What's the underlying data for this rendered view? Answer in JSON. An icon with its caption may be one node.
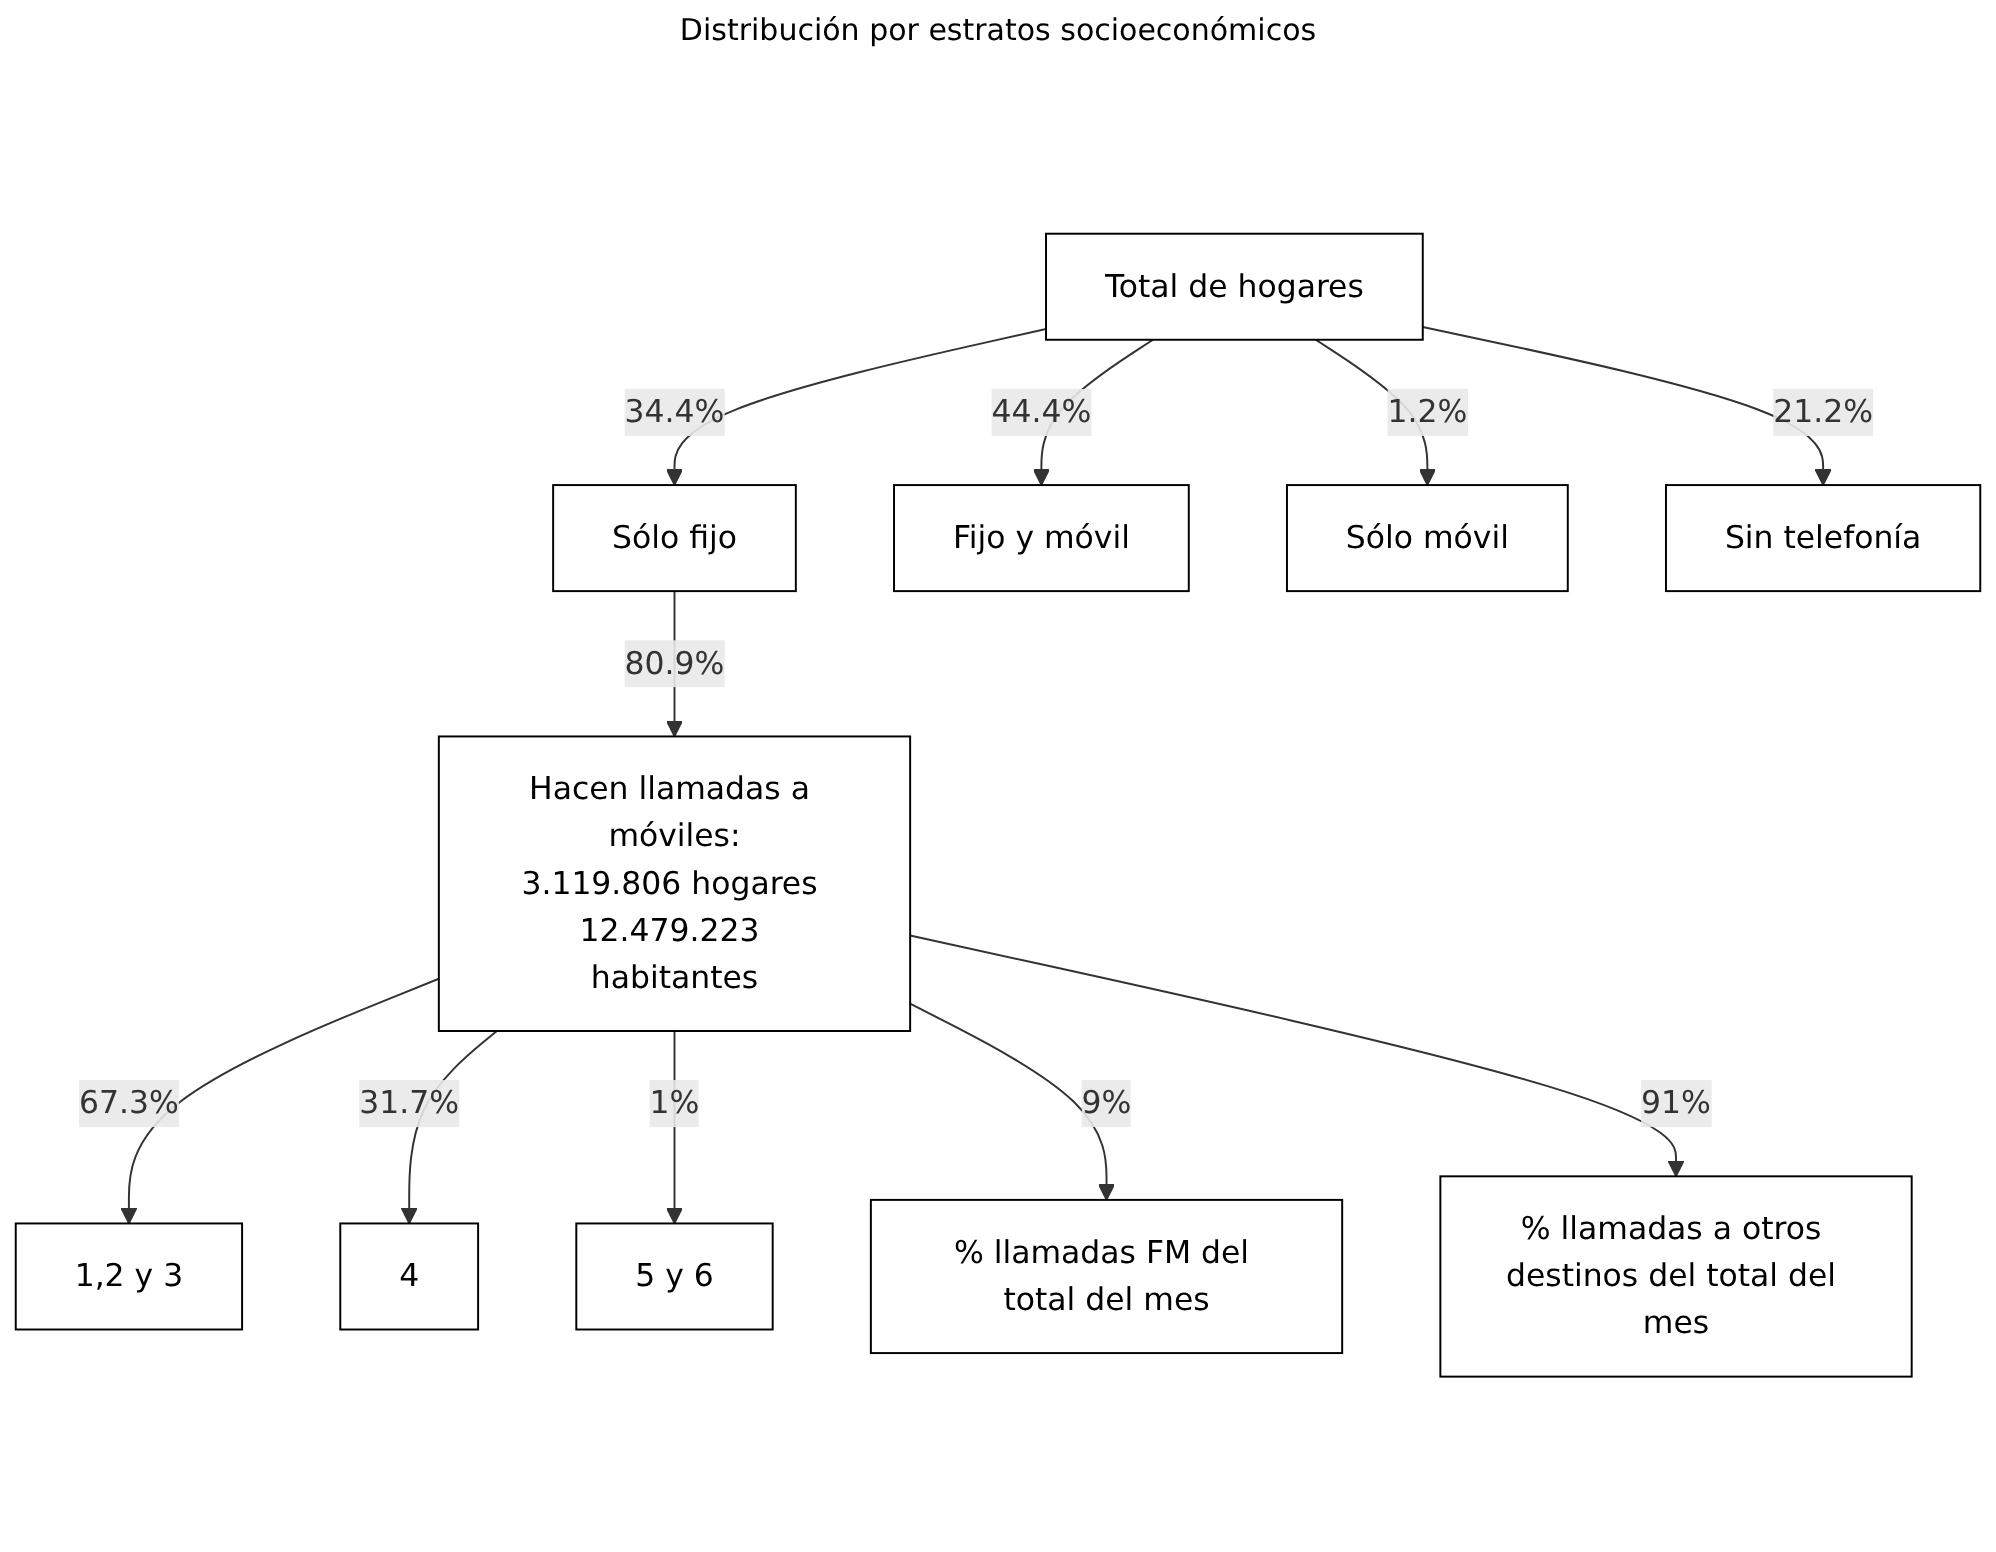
{
  "diagram": {
    "nodes": [
      {
        "text": [
          "Total de hogares"
        ]
      },
      {
        "text": [
          "Sólo fijo"
        ]
      },
      {
        "text": [
          "Fijo y móvil"
        ]
      },
      {
        "text": [
          "Sólo móvil"
        ]
      },
      {
        "text": [
          "Sin telefonía"
        ]
      },
      {
        "text": [
          "Hacen llamadas a móviles:",
          "3.119.806 hogares 12.479.223 habitantes"
        ]
      },
      {
        "text": [
          "1,2 y 3"
        ]
      },
      {
        "text": [
          "4"
        ]
      },
      {
        "text": [
          "5 y 6"
        ]
      },
      {
        "text": [
          "% llamadas FM del total del mes"
        ]
      },
      {
        "text": [
          "% llamadas a otros destinos del total del mes"
        ]
      }
    ],
    "edges": [
      {
        "from": 0,
        "to": 1,
        "arrow": "to",
        "label": "34.4%"
      },
      {
        "from": 0,
        "to": 2,
        "arrow": "to",
        "label": "44.4%"
      },
      {
        "from": 0,
        "to": 3,
        "arrow": "to",
        "label": "1.2%"
      },
      {
        "from": 0,
        "to": 4,
        "arrow": "to",
        "label": "21.2%"
      },
      {
        "from": 1,
        "to": 5,
        "arrow": "to",
        "label": "80.9%"
      },
      {
        "from": 5,
        "to": 6,
        "arrow": "to",
        "label": "67.3%"
      },
      {
        "from": 5,
        "to": 7,
        "arrow": "to",
        "label": "31.7%"
      },
      {
        "from": 5,
        "to": 8,
        "arrow": "to",
        "label": "1%"
      },
      {
        "from": 5,
        "to": 9,
        "arrow": "to",
        "label": "9%"
      },
      {
        "from": 5,
        "to": 10,
        "arrow": "to",
        "label": "91%"
      }
    ],
    "labels": [
      "Distribución por estratos socioeconómicos"
    ]
  }
}
